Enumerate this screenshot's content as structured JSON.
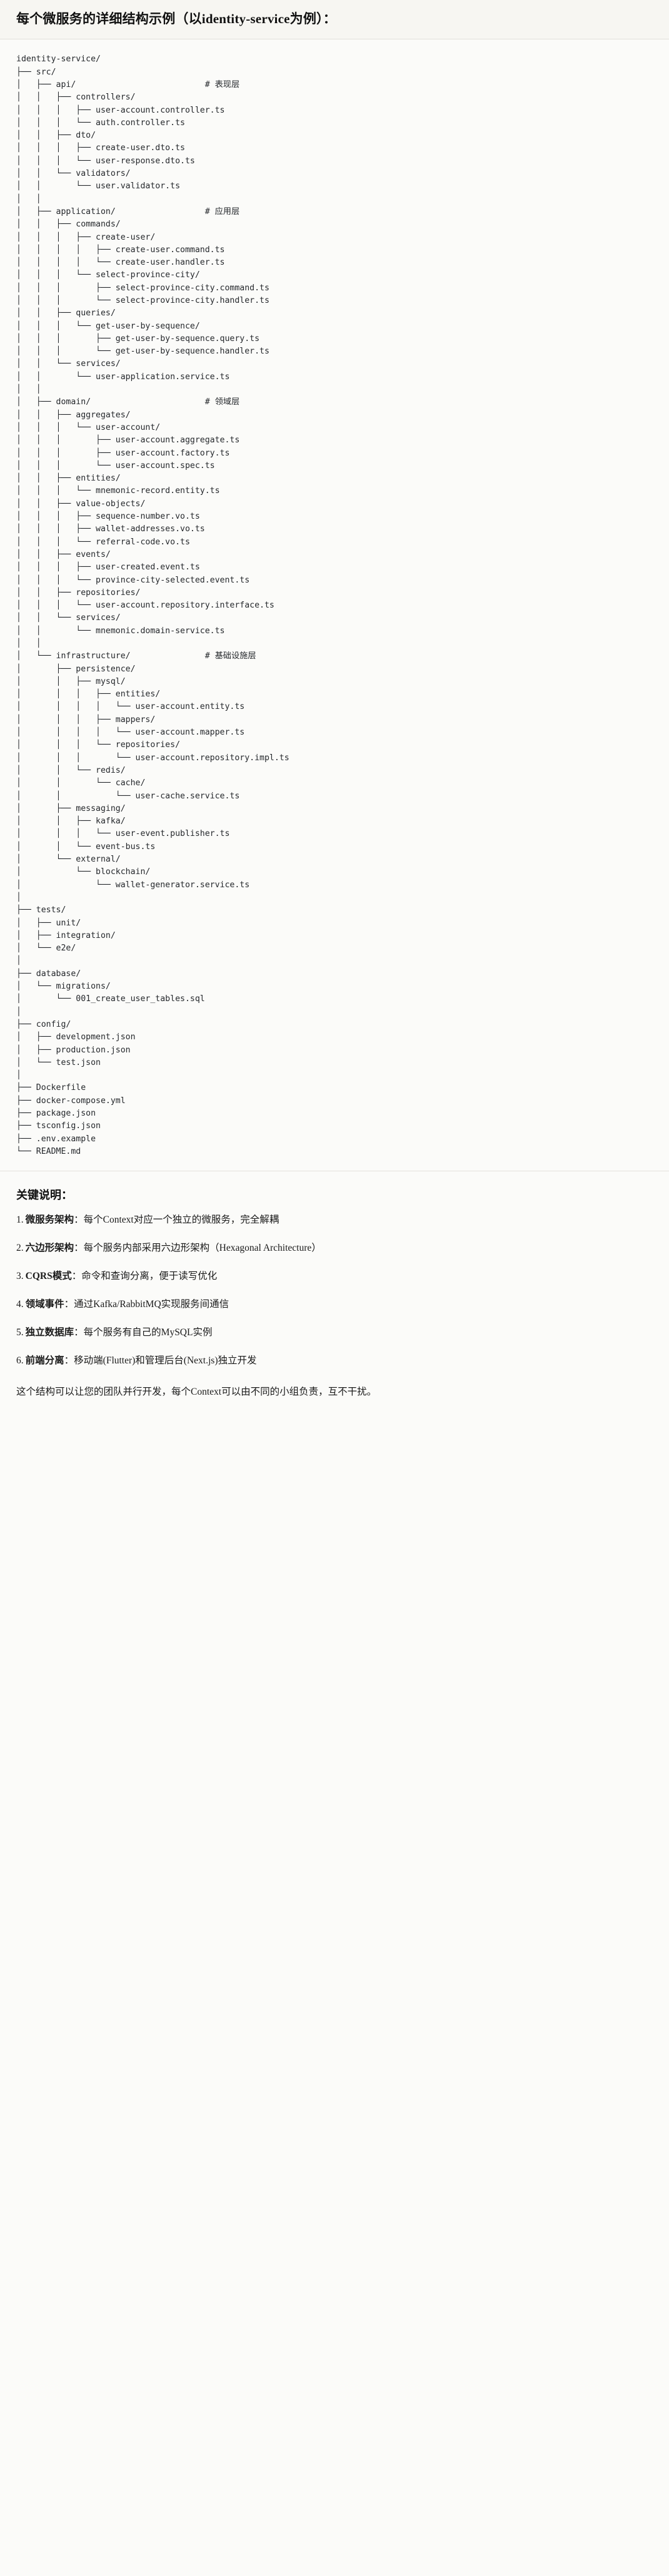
{
  "header": {
    "title": "每个微服务的详细结构示例（以identity-service为例）："
  },
  "tree": {
    "root_label": "identity-service/",
    "text": "identity-service/\n├── src/\n│   ├── api/                          # 表现层\n│   │   ├── controllers/\n│   │   │   ├── user-account.controller.ts\n│   │   │   └── auth.controller.ts\n│   │   ├── dto/\n│   │   │   ├── create-user.dto.ts\n│   │   │   └── user-response.dto.ts\n│   │   └── validators/\n│   │       └── user.validator.ts\n│   │\n│   ├── application/                  # 应用层\n│   │   ├── commands/\n│   │   │   ├── create-user/\n│   │   │   │   ├── create-user.command.ts\n│   │   │   │   └── create-user.handler.ts\n│   │   │   └── select-province-city/\n│   │   │       ├── select-province-city.command.ts\n│   │   │       └── select-province-city.handler.ts\n│   │   ├── queries/\n│   │   │   └── get-user-by-sequence/\n│   │   │       ├── get-user-by-sequence.query.ts\n│   │   │       └── get-user-by-sequence.handler.ts\n│   │   └── services/\n│   │       └── user-application.service.ts\n│   │\n│   ├── domain/                       # 领域层\n│   │   ├── aggregates/\n│   │   │   └── user-account/\n│   │   │       ├── user-account.aggregate.ts\n│   │   │       ├── user-account.factory.ts\n│   │   │       └── user-account.spec.ts\n│   │   ├── entities/\n│   │   │   └── mnemonic-record.entity.ts\n│   │   ├── value-objects/\n│   │   │   ├── sequence-number.vo.ts\n│   │   │   ├── wallet-addresses.vo.ts\n│   │   │   └── referral-code.vo.ts\n│   │   ├── events/\n│   │   │   ├── user-created.event.ts\n│   │   │   └── province-city-selected.event.ts\n│   │   ├── repositories/\n│   │   │   └── user-account.repository.interface.ts\n│   │   └── services/\n│   │       └── mnemonic.domain-service.ts\n│   │\n│   └── infrastructure/               # 基础设施层\n│       ├── persistence/\n│       │   ├── mysql/\n│       │   │   ├── entities/\n│       │   │   │   └── user-account.entity.ts\n│       │   │   ├── mappers/\n│       │   │   │   └── user-account.mapper.ts\n│       │   │   └── repositories/\n│       │   │       └── user-account.repository.impl.ts\n│       │   └── redis/\n│       │       └── cache/\n│       │           └── user-cache.service.ts\n│       ├── messaging/\n│       │   ├── kafka/\n│       │   │   └── user-event.publisher.ts\n│       │   └── event-bus.ts\n│       └── external/\n│           └── blockchain/\n│               └── wallet-generator.service.ts\n│\n├── tests/\n│   ├── unit/\n│   ├── integration/\n│   └── e2e/\n│\n├── database/\n│   └── migrations/\n│       └── 001_create_user_tables.sql\n│\n├── config/\n│   ├── development.json\n│   ├── production.json\n│   └── test.json\n│\n├── Dockerfile\n├── docker-compose.yml\n├── package.json\n├── tsconfig.json\n├── .env.example\n└── README.md"
  },
  "notes": {
    "heading": "关键说明：",
    "items": [
      {
        "term": "微服务架构",
        "sep": "：",
        "desc": "每个Context对应一个独立的微服务，完全解耦"
      },
      {
        "term": "六边形架构",
        "sep": "：",
        "desc": "每个服务内部采用六边形架构（Hexagonal Architecture）"
      },
      {
        "term": "CQRS模式",
        "sep": "：",
        "desc": "命令和查询分离，便于读写优化"
      },
      {
        "term": "领域事件",
        "sep": "：",
        "desc": "通过Kafka/RabbitMQ实现服务间通信"
      },
      {
        "term": "独立数据库",
        "sep": "：",
        "desc": "每个服务有自己的MySQL实例"
      },
      {
        "term": "前端分离",
        "sep": "：",
        "desc": "移动端(Flutter)和管理后台(Next.js)独立开发"
      }
    ],
    "closing": "这个结构可以让您的团队并行开发，每个Context可以由不同的小组负责，互不干扰。"
  }
}
